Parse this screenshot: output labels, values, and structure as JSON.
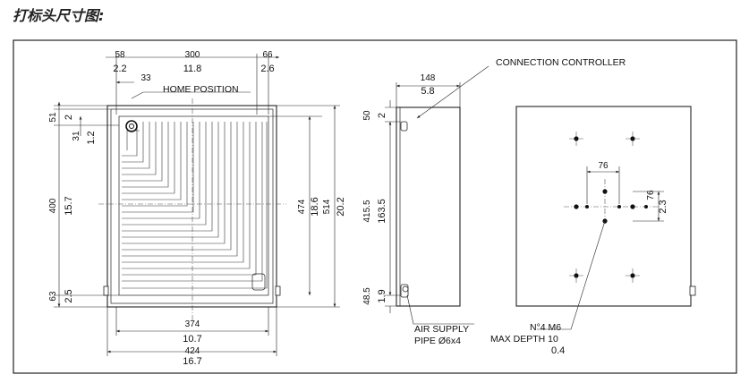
{
  "heading": "打标头尺寸图:",
  "front": {
    "top_mm": [
      "58",
      "300",
      "66"
    ],
    "top_in": [
      "2.2",
      "11.8",
      "2.6"
    ],
    "small_offset": "33",
    "home_label": "HOME POSITION",
    "left_mm": [
      "51",
      "31",
      "400",
      "63"
    ],
    "left_in": [
      "2",
      "1.2",
      "15.7",
      "2.5"
    ],
    "right_mm": [
      "474",
      "514"
    ],
    "right_in": [
      "18.6",
      "20.2"
    ],
    "bottom_mm": [
      "374",
      "424"
    ],
    "bottom_in": [
      "10.7",
      "16.7"
    ]
  },
  "side": {
    "top_mm": "148",
    "top_in": "5.8",
    "connection_label": "CONNECTION CONTROLLER",
    "left_mm": [
      "50",
      "415.5",
      "48.5"
    ],
    "left_in": [
      "2",
      "163.5",
      "1.9"
    ],
    "air_label_1": "AIR SUPPLY",
    "air_label_2": "PIPE Ø6x4"
  },
  "back": {
    "hole_mm": [
      "76",
      "76"
    ],
    "hole_in": "2.3",
    "note_1": "N°4 M6",
    "note_2": "MAX DEPTH 10",
    "note_3": "0.4"
  }
}
